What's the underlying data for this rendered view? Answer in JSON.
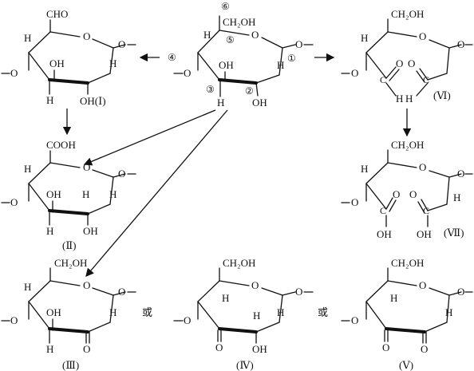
{
  "structures": {
    "center": {
      "ring_o": "O",
      "ch2oh": "CH₂OH",
      "oh1": "OH",
      "oh2": "OH",
      "h": "H",
      "circle6": "⑥",
      "circle5": "⑤",
      "circle4": "④",
      "circle3": "③",
      "circle2": "②",
      "circle1": "①",
      "o_left": "O",
      "o_right": "O"
    },
    "I": {
      "top": "CHO",
      "ring_o": "O",
      "oh": "OH",
      "oh_label": "OH(Ⅰ)",
      "h": "H",
      "o_left": "O"
    },
    "II": {
      "top": "COOH",
      "ring_o": "O",
      "oh": "OH",
      "h": "H",
      "label": "(Ⅱ)",
      "o_left": "O"
    },
    "III": {
      "ch2oh": "CH₂OH",
      "ring_o": "O",
      "oh": "OH",
      "h": "H",
      "carbonyl_o": "O",
      "label": "(Ⅲ)",
      "o_left": "O"
    },
    "IV": {
      "ch2oh": "CH₂OH",
      "ring_o": "O",
      "oh": "OH",
      "h": "H",
      "carbonyl_o": "O",
      "label": "(Ⅳ)",
      "o_left": "O"
    },
    "V": {
      "ch2oh": "CH₂OH",
      "ring_o": "O",
      "h": "H",
      "carbonyl_o": "O",
      "label": "(Ⅴ)",
      "o_left": "O"
    },
    "VI": {
      "ch2oh": "CH₂OH",
      "ring_o": "O",
      "h": "H",
      "carbonyl_o": "O",
      "label": "(Ⅵ)",
      "o_left": "O"
    },
    "VII": {
      "ch2oh": "CH₂OH",
      "ring_o": "O",
      "oh": "OH",
      "h": "H",
      "carbonyl_o": "O",
      "label": "(Ⅶ)",
      "o_left": "O"
    }
  },
  "connectors": {
    "or": "或"
  },
  "bond_dash": "—"
}
